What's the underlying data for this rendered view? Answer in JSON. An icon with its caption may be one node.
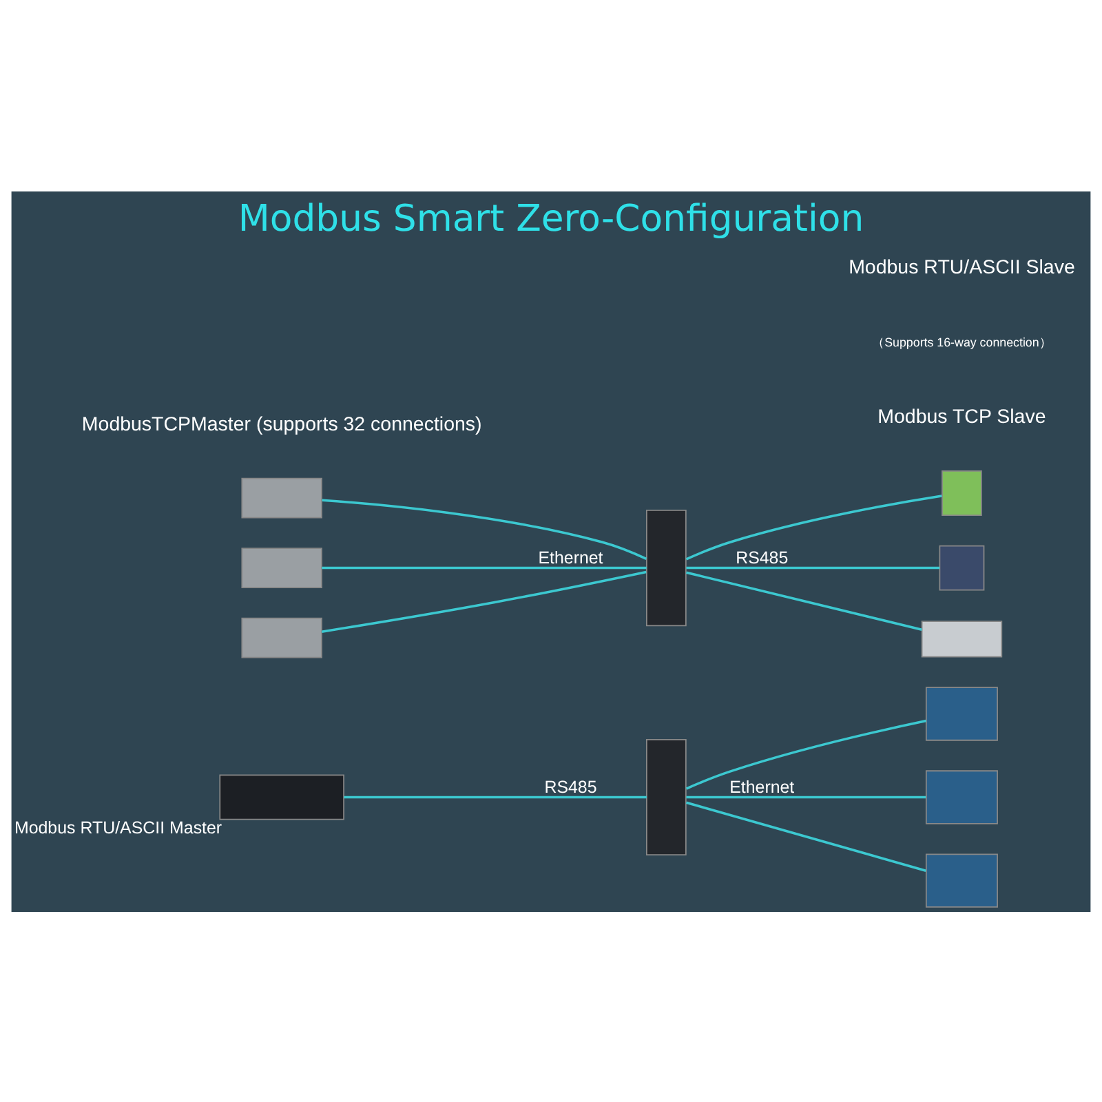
{
  "diagram": {
    "title": "Modbus Smart Zero-Configuration",
    "nodes": [
      {
        "text": [],
        "shape": "box",
        "beside": [
          "Modbus RTU/ASCII Master"
        ]
      },
      {
        "text": [],
        "shape": "box"
      },
      {
        "text": [],
        "shape": "box"
      },
      {
        "text": [],
        "shape": "box"
      },
      {
        "text": [],
        "shape": "box"
      },
      {
        "text": [],
        "shape": "box"
      },
      {
        "text": [],
        "shape": "box"
      },
      {
        "text": [],
        "shape": "box"
      },
      {
        "text": [],
        "shape": "box"
      },
      {
        "text": [],
        "shape": "box"
      },
      {
        "text": [],
        "shape": "box"
      },
      {
        "text": [],
        "shape": "box"
      }
    ],
    "edges": [
      {
        "from": 0,
        "to": 1,
        "arrow": "none",
        "label": "RS485"
      },
      {
        "from": 1,
        "to": 2,
        "arrow": "none"
      },
      {
        "from": 1,
        "to": 3,
        "arrow": "none",
        "label": "Ethernet"
      },
      {
        "from": 1,
        "to": 4,
        "arrow": "none"
      },
      {
        "from": 5,
        "to": 8,
        "arrow": "none"
      },
      {
        "from": 6,
        "to": 8,
        "arrow": "none",
        "label": "Ethernet"
      },
      {
        "from": 7,
        "to": 8,
        "arrow": "none"
      },
      {
        "from": 8,
        "to": 9,
        "arrow": "none"
      },
      {
        "from": 8,
        "to": 10,
        "arrow": "none",
        "label": "RS485"
      },
      {
        "from": 8,
        "to": 11,
        "arrow": "none"
      }
    ],
    "labels": [
      "Modbus TCP Slave",
      "（Supports 16-way connection）",
      "ModbusTCPMaster (supports 32 connections)",
      "Modbus RTU/ASCII Slave"
    ]
  }
}
